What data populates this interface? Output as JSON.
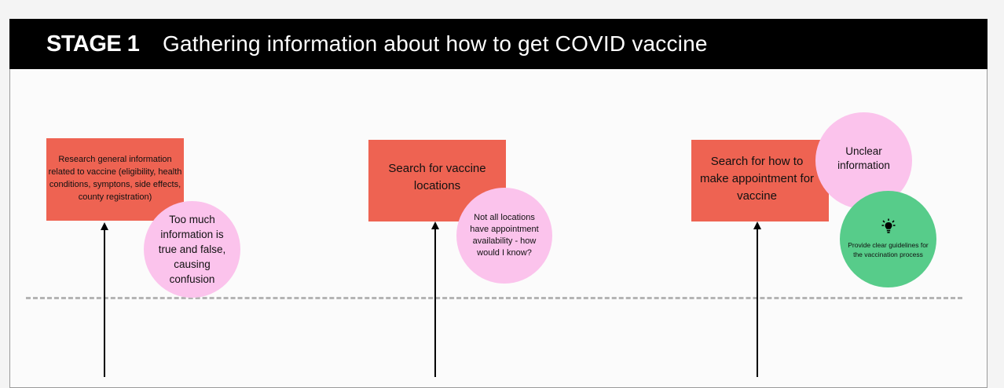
{
  "header": {
    "stage_label": "STAGE 1",
    "stage_title": "Gathering information about how to get COVID vaccine"
  },
  "steps": [
    {
      "text": "Research general information related to vaccine (eligibility, health conditions, symptons, side effects, county registration)"
    },
    {
      "text": "Search for vaccine locations"
    },
    {
      "text": "Search for how to make appointment for vaccine"
    }
  ],
  "pain_points": [
    {
      "text": "Too much information is true and false, causing confusion"
    },
    {
      "text": "Not all locations have appointment availability - how would I know?"
    },
    {
      "text": "Unclear information"
    }
  ],
  "ideas": [
    {
      "text": "Provide clear guidelines for the vaccination process",
      "icon": "lightbulb-icon"
    }
  ],
  "colors": {
    "step": "#ee6352",
    "pain_point": "#fbc3ec",
    "idea": "#57cc8a",
    "header": "#000000"
  }
}
